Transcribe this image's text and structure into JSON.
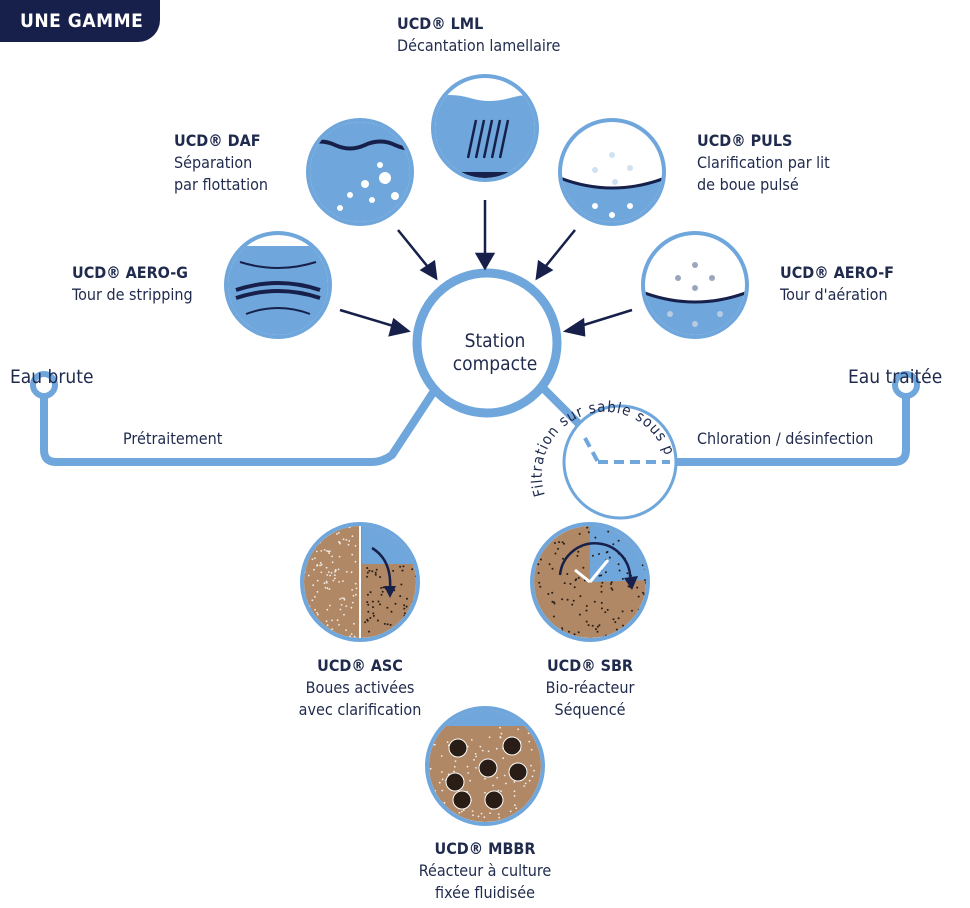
{
  "tag": "UNE GAMME",
  "center_label": {
    "line1": "Station",
    "line2": "compacte"
  },
  "left_endpoint": "Eau brute",
  "right_endpoint": "Eau traitée",
  "pipe_left_label": "Prétraitement",
  "pipe_right_label": "Chloration / désinfection",
  "filtration_label": "Filtration sur sable sous pression",
  "units": {
    "lml": {
      "name": "UCD® LML",
      "lines": [
        "Décantation lamellaire"
      ]
    },
    "daf": {
      "name": "UCD® DAF",
      "lines": [
        "Séparation",
        "par flottation"
      ]
    },
    "puls": {
      "name": "UCD® PULS",
      "lines": [
        "Clarification par lit",
        "de boue pulsé"
      ]
    },
    "aerog": {
      "name": "UCD® AERO-G",
      "lines": [
        "Tour de stripping"
      ]
    },
    "aerof": {
      "name": "UCD® AERO-F",
      "lines": [
        "Tour d'aération"
      ]
    },
    "asc": {
      "name": "UCD® ASC",
      "lines": [
        "Boues activées",
        "avec clarification"
      ]
    },
    "sbr": {
      "name": "UCD® SBR",
      "lines": [
        "Bio-réacteur",
        "Séquencé"
      ]
    },
    "mbbr": {
      "name": "UCD® MBBR",
      "lines": [
        "Réacteur à culture",
        "fixée fluidisée"
      ]
    }
  },
  "colors": {
    "navy": "#17204a",
    "pipe": "#6fa6dc",
    "water": "#6fa6dc",
    "sludge": "#b08865"
  }
}
